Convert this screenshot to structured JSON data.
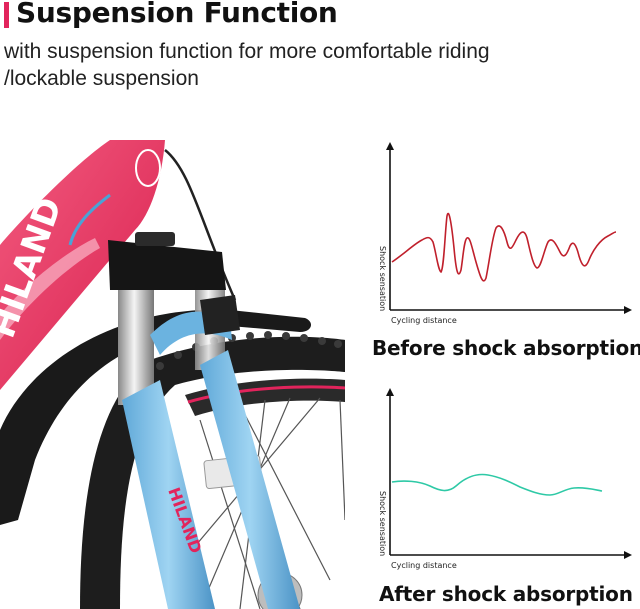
{
  "header": {
    "title": "Suspension Function",
    "subtitle_line1": "with suspension function for more comfortable riding",
    "subtitle_line2": "/lockable suspension",
    "accent_color": "#e2245c"
  },
  "photo": {
    "brand_text": "HILAND"
  },
  "charts": {
    "before": {
      "caption": "Before shock absorption",
      "xlabel": "Cycling distance",
      "ylabel": "Shock sensation",
      "line_color": "#c0202c"
    },
    "after": {
      "caption": "After shock absorption",
      "xlabel": "Cycling distance",
      "ylabel": "Shock sensation",
      "line_color": "#2ec9a6"
    }
  }
}
